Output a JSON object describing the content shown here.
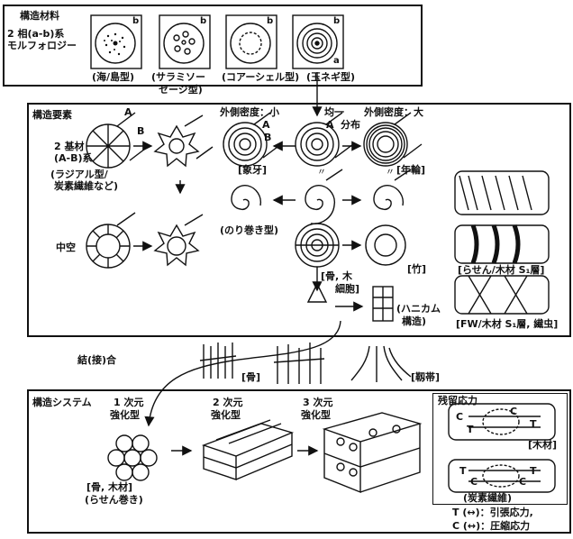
{
  "materials": {
    "title": "構造材料",
    "system_label_1": "2 相(a-b)系",
    "system_label_2": "モルフォロジー",
    "items": [
      {
        "label": "(海/島型)"
      },
      {
        "label": "(サラミソー"
      },
      {
        "label": "(コアーシェル型)"
      },
      {
        "label": "(玉ネギ型)"
      }
    ],
    "label_cont": "セージ型)",
    "phase_a": "a",
    "phase_b": "b"
  },
  "elements": {
    "title": "構造要素",
    "system_1": "2 基材",
    "system_2": "(A-B)系",
    "types_1": "(ラジアル型/",
    "types_2": "炭素繊維など)",
    "hollow": "中空",
    "density_low": "外側密度：小",
    "uniform": "均一",
    "distribution": "分布",
    "density_high": "外側密度：大",
    "ivory": "[象牙]",
    "annual_ring": "[年輪]",
    "roll": "(のり巻き型)",
    "bamboo": "[竹]",
    "bone_wood_cell_1": "[骨, 木",
    "bone_wood_cell_2": "細胞]",
    "honeycomb_1": "(ハニカム",
    "honeycomb_2": "構造)",
    "spiral_wood": "[らせん/木材 S₁層]",
    "fw_wood": "[FW/木材 S₁層, 繊虫]",
    "A": "A",
    "B": "B"
  },
  "joining": {
    "label": "結(接)合",
    "bone": "[骨]",
    "taenia": "[靱帯]"
  },
  "systems": {
    "title": "構造システム",
    "one_d_1": "1 次元",
    "one_d_2": "強化型",
    "two_d_1": "2 次元",
    "two_d_2": "強化型",
    "three_d_1": "3 次元",
    "three_d_2": "強化型",
    "bone_wood": "[骨, 木材]",
    "spiral_roll": "(らせん巻き)",
    "residual": "残留応力",
    "wood": "[木材]",
    "carbon_fiber": "(炭素繊維)",
    "C": "C",
    "T": "T",
    "legend_T": "T (↔)：引張応力,",
    "legend_C": "C (↔)：圧縮応力"
  }
}
